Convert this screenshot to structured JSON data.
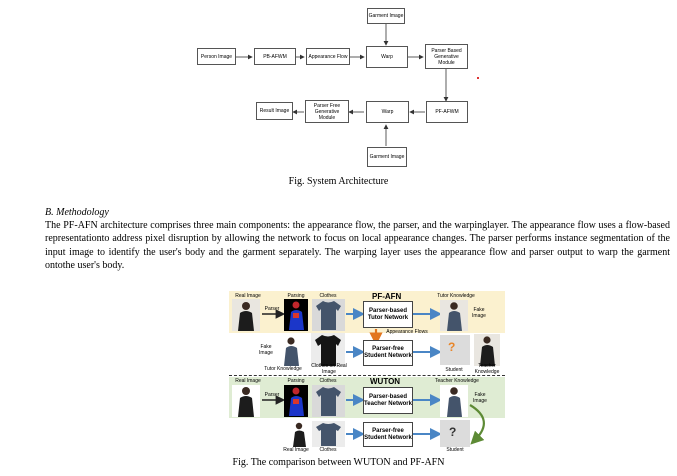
{
  "top_fragment": "",
  "arch": {
    "garment_top": "Garment Image",
    "person": "Person Image",
    "pbafwm": "PB-AFWM",
    "appearance_flow": "Appearance Flow",
    "warp_top": "Warp",
    "parser_gen": "Parser Based Generative Module",
    "result": "Result Image",
    "parser_free_gen": "Parser Free Generative Module",
    "warp_bottom": "Warp",
    "pfafwm": "PF-AFWM",
    "garment_bottom": "Garment Image"
  },
  "fig1_caption": "Fig. System Architecture",
  "section_heading": "B.   Methodology",
  "paragraph": "The PF-AFN architecture comprises three main components: the appearance flow, the parser, and the warpinglayer. The appearance flow uses a flow-based representationto address pixel disruption by allowing the network to focus on local appearance changes. The parser performs instance segmentation of the input image to identify the user's body and the garment separately. The warping layer uses the appearance flow and parser output to warp the garment ontothe user's body.",
  "comparison": {
    "pfafn": {
      "title": "PF-AFN",
      "real_image": "Real Image",
      "parsing": "Parsing",
      "clothes": "Clothes",
      "tutor_knowledge": "Tutor Knowledge",
      "parser_label": "Parser",
      "tutor_network": "Parser-based Tutor Network",
      "fake_image": "Fake Image",
      "appearance_flows": "Appearance Flows",
      "fake_image_left": "Fake Image",
      "student_network": "Parser-free Student Network",
      "question": "?",
      "tutor_knowledge_bottom": "Tutor Knowledge",
      "clothes_on_real": "Clothes on Real Image",
      "student": "Student",
      "teacher_knowledge": "Teacher Knowledge"
    },
    "wuton": {
      "title": "WUTON",
      "real_image": "Real Image",
      "parsing": "Parsing",
      "clothes": "Clothes",
      "teacher_knowledge": "Teacher Knowledge",
      "parser_label": "Parser",
      "teacher_network": "Parser-based Teacher Network",
      "fake_image": "Fake Image",
      "student_network": "Parser-free Student Network",
      "question": "?",
      "real_image_bottom": "Real Image",
      "clothes_bottom": "Clothes",
      "student": "Student"
    }
  },
  "fig2_caption": "Fig. The comparison between WUTON and PF-AFN",
  "colors": {
    "pfafn_band": "#fbf1cf",
    "wuton_band": "#dfecd3",
    "arrow_blue": "#4a86c5",
    "arrow_orange": "#e2761f",
    "arrow_green": "#5d8a35",
    "question_orange": "#e8862a"
  }
}
